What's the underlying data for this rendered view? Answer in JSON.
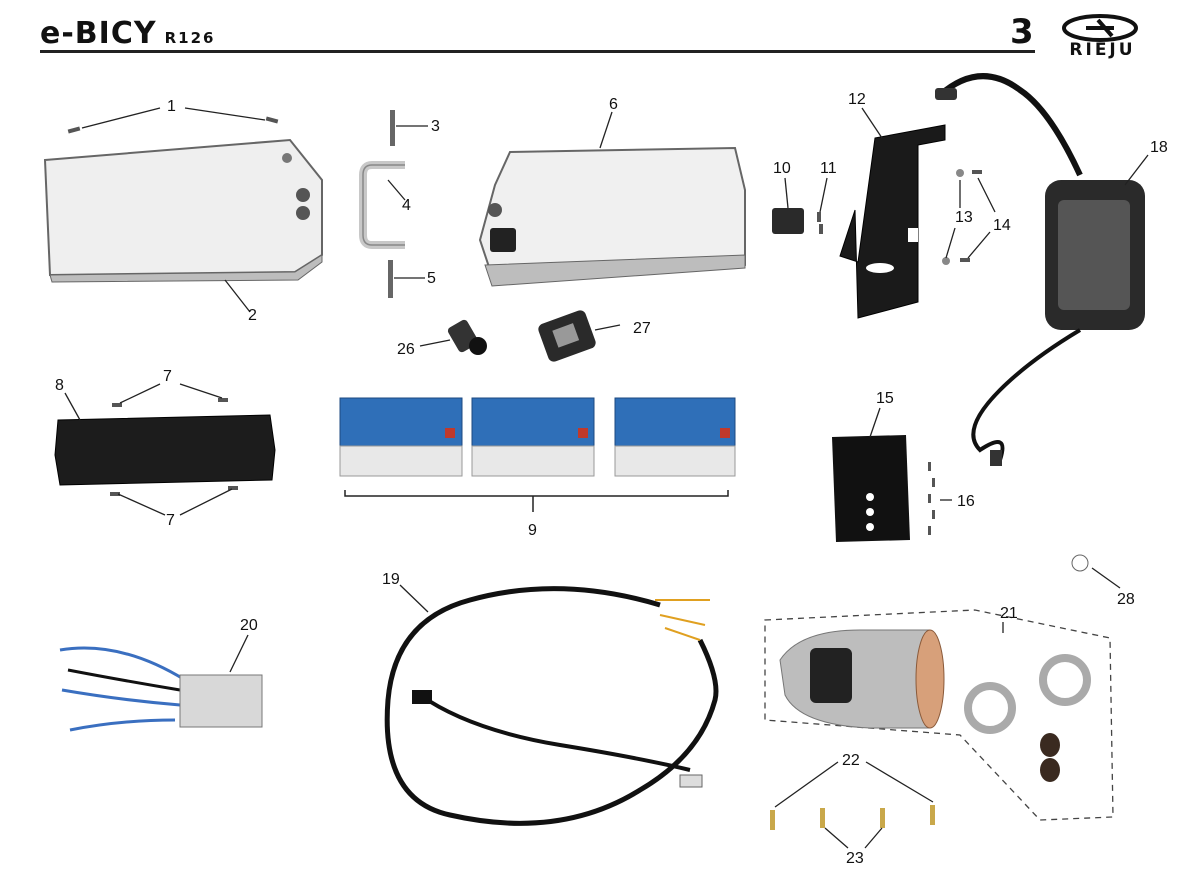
{
  "header": {
    "title": "e-BICY",
    "model": "R126",
    "section_number": "3",
    "brand": "RIEJU"
  },
  "callouts": [
    "1",
    "2",
    "3",
    "4",
    "5",
    "6",
    "7",
    "7",
    "8",
    "9",
    "10",
    "11",
    "12",
    "13",
    "14",
    "15",
    "16",
    "18",
    "19",
    "20",
    "21",
    "22",
    "23",
    "26",
    "27",
    "28"
  ],
  "colors": {
    "battery_blue": "#2f6fb8",
    "line": "#222222",
    "casing_white": "#efefef",
    "black_part": "#1c1c1c"
  }
}
